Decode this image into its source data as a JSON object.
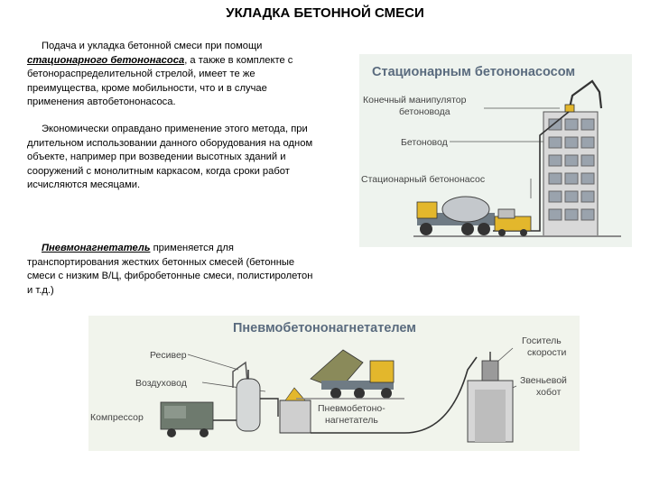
{
  "title": "УКЛАДКА БЕТОННОЙ СМЕСИ",
  "para1": {
    "before": "Подача и укладка бетонной смеси при помощи",
    "term": "стационарного бетононасоса",
    "after": ", а также в комплекте с бетонораспределительной стрелой, имеет те же преимущества, кроме мобильности, что и в случае применения автобетононасоса."
  },
  "para2": "Экономически оправдано применение этого метода, при длительном использовании данного оборудования на одном объекте, например при возведении высотных зданий и сооружений с монолитным каркасом, когда сроки работ исчисляются месяцами.",
  "para3": {
    "term": "Пневмонагнетатель",
    "after": " применяется для транспортирования жестких бетонных смесей (бетонные смеси с низким В/Ц, фибробетонные смеси, полистиролетон и т.д.)"
  },
  "figure1": {
    "title": "Стационарным бетононасосом",
    "labels": [
      "Конечный манипулятор бетоновода",
      "Бетоновод",
      "Стационарный бетононасос"
    ]
  },
  "figure2": {
    "title": "Пневмобетононагнетателем",
    "labels": [
      "Ресивер",
      "Воздуховод",
      "Компрессор",
      "Пневмобетоно-нагнетатель",
      "Госитель скорости",
      "Звеньевой хобот"
    ]
  }
}
